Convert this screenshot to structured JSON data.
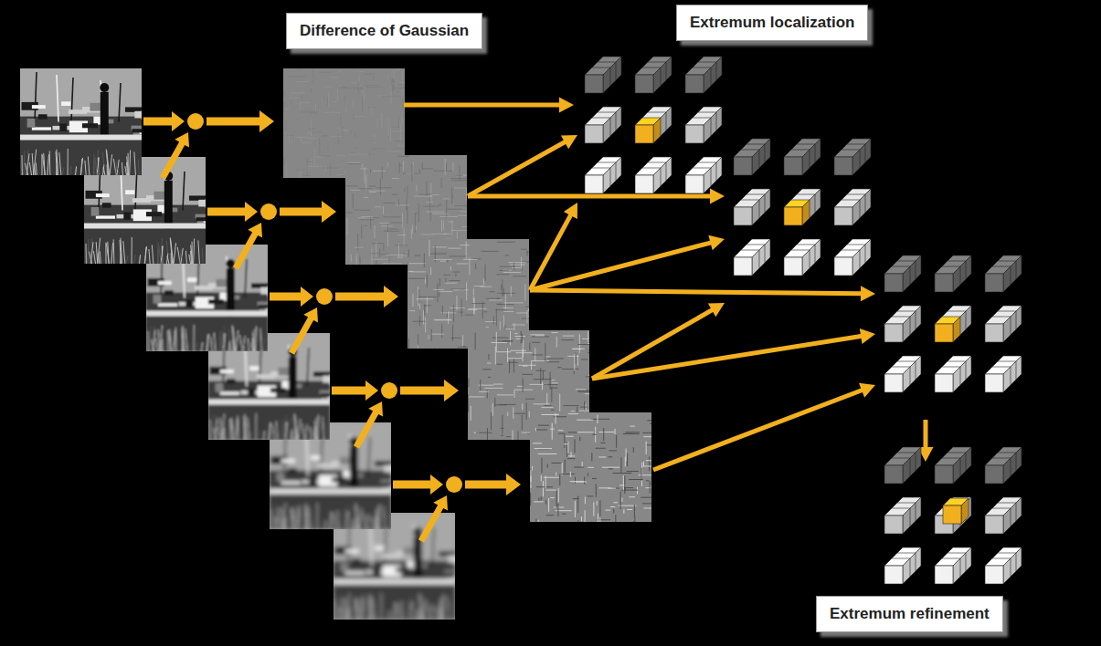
{
  "diagram": {
    "nodes": [
      {
        "text": [
          "Difference of Gaussian"
        ]
      },
      {
        "text": [
          "Extremum localization"
        ]
      },
      {
        "text": [
          "Extremum refinement"
        ]
      }
    ]
  }
}
